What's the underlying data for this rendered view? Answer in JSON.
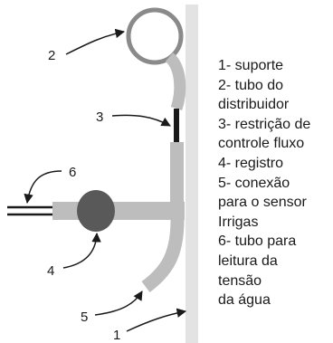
{
  "callouts": {
    "n1": "1",
    "n2": "2",
    "n3": "3",
    "n4": "4",
    "n5": "5",
    "n6": "6"
  },
  "legend": [
    "1- suporte",
    "2- tubo do",
    "distribuidor",
    "3- restrição de",
    "controle fluxo",
    "4- registro",
    "5- conexão",
    "para o sensor",
    "Irrigas",
    "6- tubo para",
    "leitura da",
    "tensão",
    "da água"
  ],
  "colors": {
    "support": "#e3e3e3",
    "tube": "#bdbdbd",
    "restriction": "#1a1a1a",
    "valve": "#595959",
    "ring": "#8a8a8a",
    "text": "#1a1a1a"
  }
}
